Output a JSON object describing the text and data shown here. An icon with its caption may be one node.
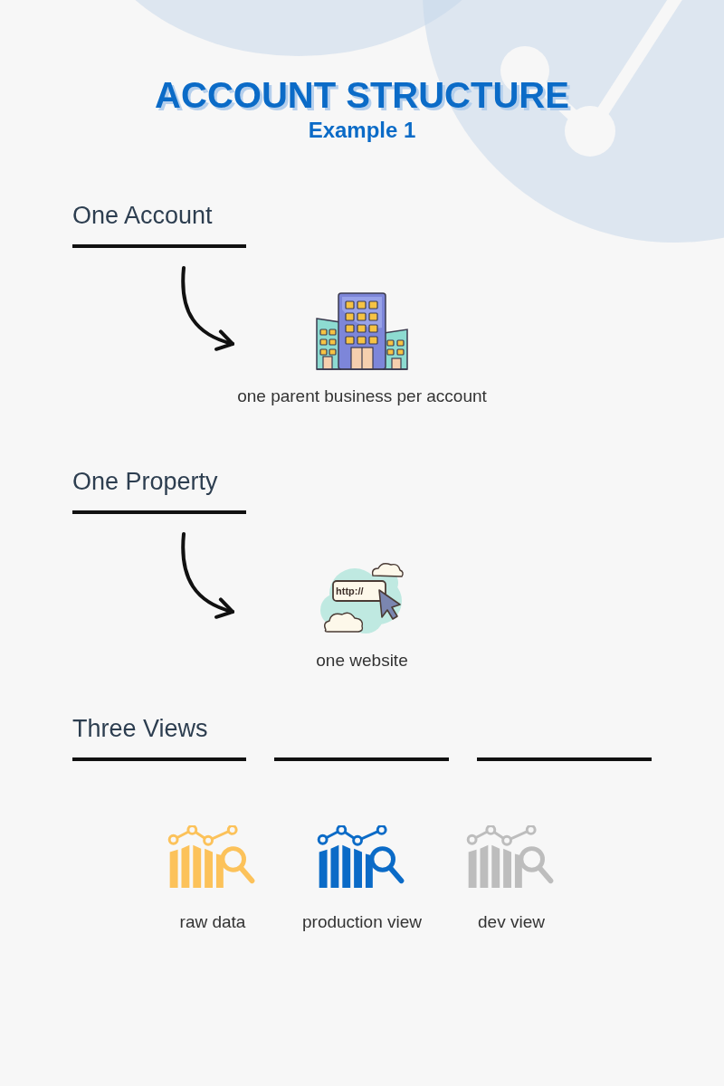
{
  "diagram": {
    "title": "ACCOUNT STRUCTURE",
    "nodes": [
      {
        "text": [
          "One Account"
        ]
      },
      {
        "text": [
          "one parent business per account"
        ]
      },
      {
        "text": [
          "One Property"
        ]
      },
      {
        "text": [
          "one website"
        ]
      },
      {
        "text": [
          "Three Views"
        ]
      },
      {
        "text": [
          "raw data"
        ]
      },
      {
        "text": [
          "production view"
        ]
      },
      {
        "text": [
          "dev view"
        ]
      }
    ],
    "edges": [
      {
        "from": 0,
        "to": 1,
        "arrow": "to"
      },
      {
        "from": 2,
        "to": 3,
        "arrow": "to"
      }
    ],
    "labels": [
      "Example 1",
      "http://"
    ]
  }
}
